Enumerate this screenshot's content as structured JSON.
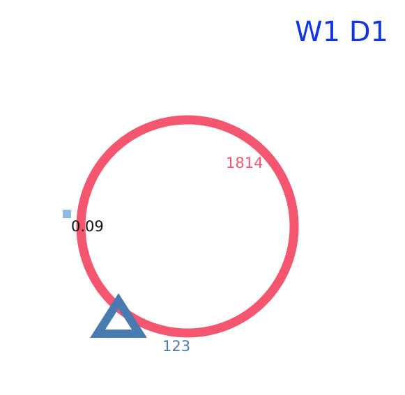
{
  "title": "W1 D1",
  "shapes": {
    "circle": {
      "label": "1814",
      "color": "#f5566f"
    },
    "square": {
      "label": "0.09",
      "color": "#8fb8ec",
      "label_color": "#111111"
    },
    "triangle": {
      "label": "123",
      "color": "#4a7bb0"
    }
  },
  "colors": {
    "title": "#1035e6",
    "background": "#ffffff"
  }
}
